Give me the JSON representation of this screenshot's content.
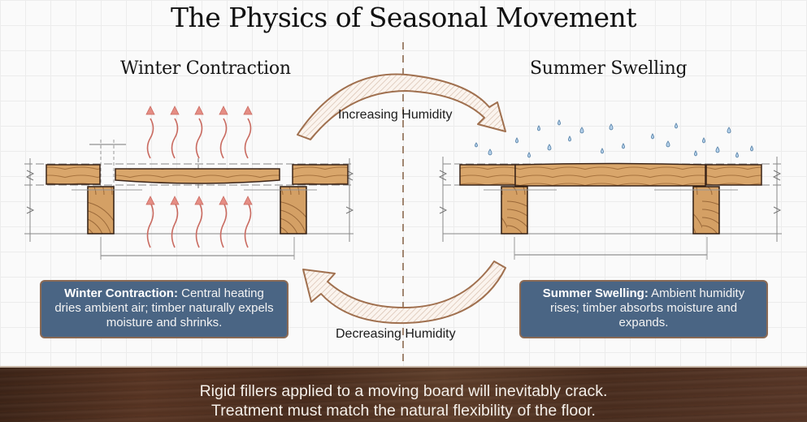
{
  "title": "The Physics of Seasonal Movement",
  "panels": {
    "winter": {
      "heading": "Winter Contraction",
      "box_label": "Winter Contraction:",
      "box_text": " Central heating dries ambient air; timber naturally expels moisture and shrinks.",
      "indicator": "heat-rising-arrows",
      "arrow_color": "#d9756b"
    },
    "summer": {
      "heading": "Summer Swelling",
      "box_label": "Summer Swelling:",
      "box_text": " Ambient humidity rises; timber absorbs moisture and expands.",
      "indicator": "water-droplets",
      "droplet_color": "#a9c9e6"
    }
  },
  "cycle_arrows": {
    "top": "Increasing Humidity",
    "bottom": "Decreasing Humidity",
    "stroke_color": "#a0704f"
  },
  "footer": {
    "line1": "Rigid fillers applied to a moving board will inevitably crack.",
    "line2": "Treatment must match the natural flexibility of the floor."
  },
  "colors": {
    "info_box_bg": "#4a6584",
    "info_box_border": "#8a6a55",
    "wood": "#d9a66b",
    "wood_dark": "#3a2418",
    "footer_wood": "#4e3020"
  }
}
